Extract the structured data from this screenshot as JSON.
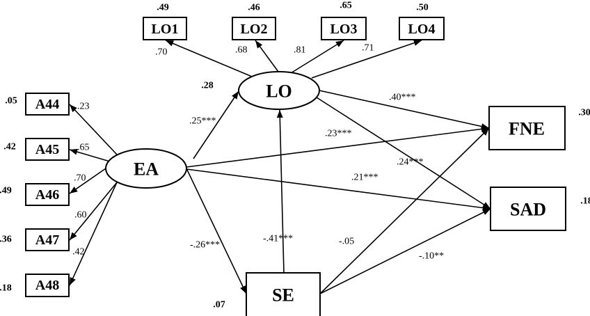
{
  "nodes": {
    "LO1": {
      "label": "LO1",
      "r2": ".49"
    },
    "LO2": {
      "label": "LO2",
      "r2": ".46"
    },
    "LO3": {
      "label": "LO3",
      "r2": ".65"
    },
    "LO4": {
      "label": "LO4",
      "r2": ".50"
    },
    "A44": {
      "label": "A44",
      "r2": ".05"
    },
    "A45": {
      "label": "A45",
      "r2": ".42"
    },
    "A46": {
      "label": "A46",
      "r2": ".49"
    },
    "A47": {
      "label": "A47",
      "r2": ".36"
    },
    "A48": {
      "label": "A48",
      "r2": ".18"
    },
    "LO": {
      "label": "LO",
      "r2": ".28"
    },
    "EA": {
      "label": "EA"
    },
    "SE": {
      "label": "SE",
      "r2": ".07"
    },
    "FNE": {
      "label": "FNE",
      "r2": ".30"
    },
    "SAD": {
      "label": "SAD",
      "r2": ".18"
    }
  },
  "paths": {
    "LO_LO1": ".70",
    "LO_LO2": ".68",
    "LO_LO3": ".81",
    "LO_LO4": ".71",
    "EA_A44": ".23",
    "EA_A45": ".65",
    "EA_A46": ".70",
    "EA_A47": ".60",
    "EA_A48": ".42",
    "EA_LO": ".25***",
    "EA_SE": "-.26***",
    "EA_FNE": ".23***",
    "EA_SAD": ".21***",
    "LO_FNE": ".40***",
    "LO_SAD": ".24***",
    "SE_LO": "-.41***",
    "SE_FNE": "-.05",
    "SE_SAD": "-.10**"
  }
}
